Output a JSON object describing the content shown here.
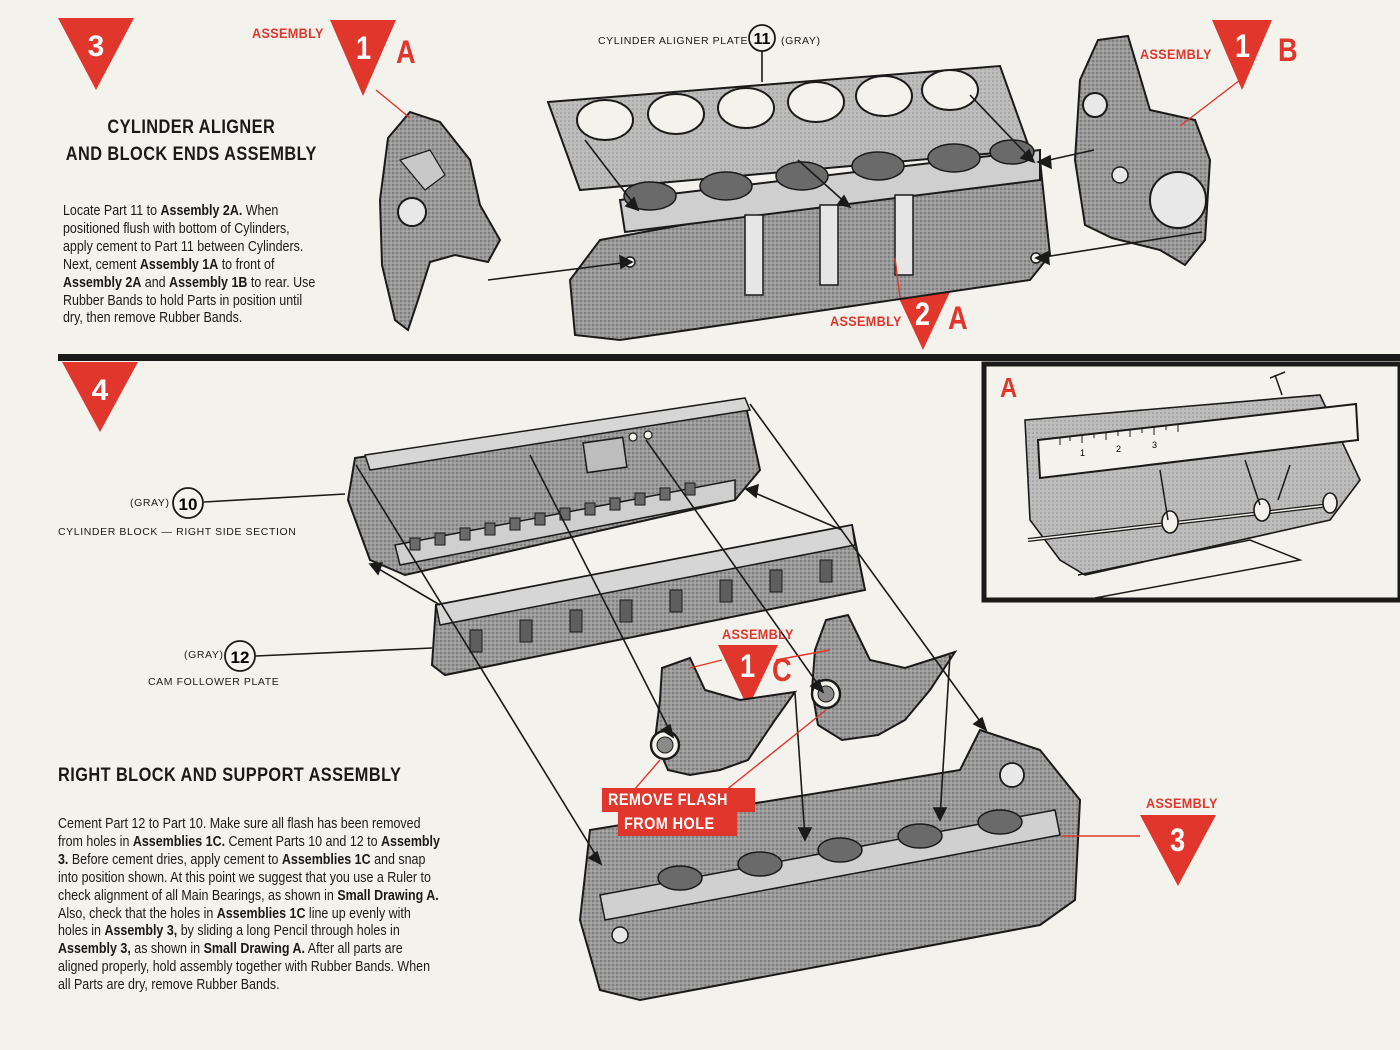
{
  "colors": {
    "accent_red": "#e0362b",
    "ink": "#1a1a1a",
    "paper": "#f4f2ec",
    "part_gray": "#8a8a8a"
  },
  "step3": {
    "number": "3",
    "title_line1": "CYLINDER ALIGNER",
    "title_line2": "AND BLOCK ENDS ASSEMBLY",
    "paragraph": [
      {
        "t": "Locate Part 11 to "
      },
      {
        "b": "Assembly 2A."
      },
      {
        "t": " When positioned flush with bottom of Cylinders, apply cement to Part 11 between Cylinders. Next, cement "
      },
      {
        "b": "Assembly 1A"
      },
      {
        "t": " to front of "
      },
      {
        "b": "Assembly 2A"
      },
      {
        "t": " and "
      },
      {
        "b": "Assembly 1B"
      },
      {
        "t": " to rear. Use Rubber Bands to hold Parts in position until dry, then remove Rubber Bands."
      }
    ],
    "assembly_1a": {
      "word": "ASSEMBLY",
      "num": "1",
      "letter": "A"
    },
    "assembly_1b": {
      "word": "ASSEMBLY",
      "num": "1",
      "letter": "B"
    },
    "assembly_2a": {
      "word": "ASSEMBLY",
      "num": "2",
      "letter": "A"
    },
    "part11": {
      "label": "CYLINDER ALIGNER PLATE",
      "num": "11",
      "color": "(GRAY)"
    }
  },
  "step4": {
    "number": "4",
    "title": "RIGHT BLOCK AND SUPPORT ASSEMBLY",
    "paragraph": [
      {
        "t": "Cement Part 12 to Part 10. Make sure all flash has been removed from holes in "
      },
      {
        "b": "Assemblies 1C."
      },
      {
        "t": " Cement Parts 10 and 12 to "
      },
      {
        "b": "Assembly 3."
      },
      {
        "t": " Before cement dries, apply cement to "
      },
      {
        "b": "Assemblies 1C"
      },
      {
        "t": " and snap into position shown. At this point we suggest that you use a Ruler to check alignment of all Main Bearings, as shown in "
      },
      {
        "b": "Small Drawing A."
      },
      {
        "t": " Also, check that the holes in "
      },
      {
        "b": "Assemblies 1C"
      },
      {
        "t": " line up evenly with holes in "
      },
      {
        "b": "Assembly 3,"
      },
      {
        "t": " by sliding a long Pencil through holes in "
      },
      {
        "b": "Assembly 3,"
      },
      {
        "t": " as shown in "
      },
      {
        "b": "Small Drawing A."
      },
      {
        "t": " After all parts are aligned properly, hold assembly together with Rubber Bands. When all Parts are dry, remove Rubber Bands."
      }
    ],
    "part10": {
      "color": "(GRAY)",
      "num": "10",
      "label": "CYLINDER BLOCK — RIGHT SIDE SECTION"
    },
    "part12": {
      "color": "(GRAY)",
      "num": "12",
      "label": "CAM FOLLOWER PLATE"
    },
    "assembly_1c": {
      "word": "ASSEMBLY",
      "num": "1",
      "letter": "C"
    },
    "assembly_3": {
      "word": "ASSEMBLY",
      "num": "3"
    },
    "remove_flash": {
      "line1": "REMOVE FLASH",
      "line2": "FROM HOLE"
    },
    "inset": {
      "letter": "A",
      "ruler_ticks": [
        "1",
        "2",
        "3"
      ]
    }
  }
}
